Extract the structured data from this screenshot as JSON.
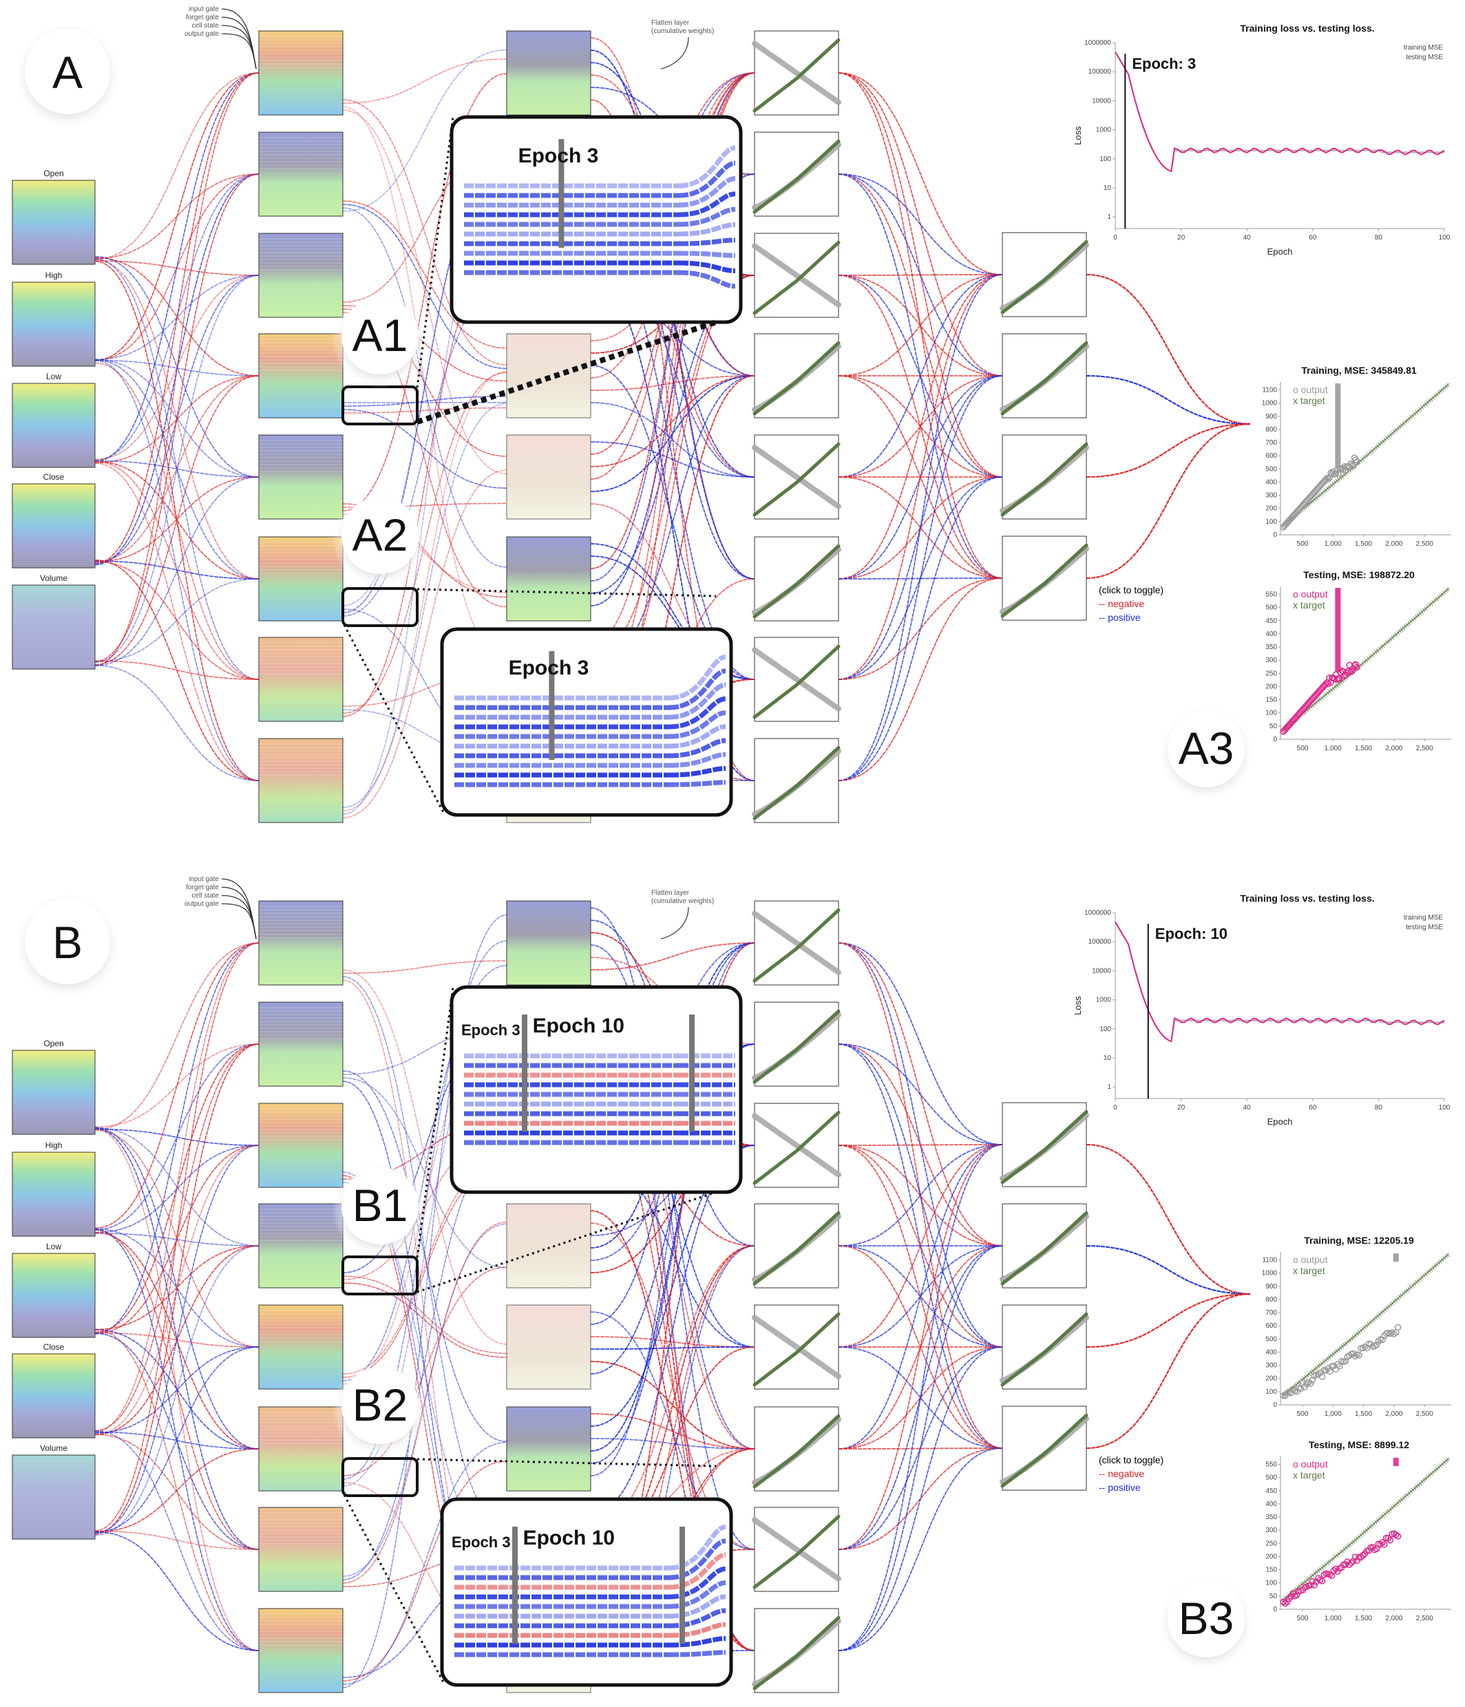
{
  "panels": [
    {
      "id": "A",
      "badge": "A",
      "inputs": [
        "Open",
        "High",
        "Low",
        "Close",
        "Volume"
      ],
      "gate_labels": [
        "input gate",
        "forget gate",
        "cell state",
        "output gate"
      ],
      "flatten_label": [
        "Flatten layer",
        "(cumulative weights)"
      ],
      "callouts": [
        "A1",
        "A2",
        "A3"
      ],
      "zoom1": {
        "labels": [
          "Epoch 3"
        ]
      },
      "zoom2": {
        "labels": [
          "Epoch 3"
        ]
      },
      "toggle": {
        "hint": "(click to toggle)",
        "negative": "-- negative",
        "positive": "-- positive"
      },
      "loss": {
        "title": "Training loss vs. testing loss.",
        "epoch_label": "Epoch: 3",
        "epoch": 3,
        "xlabel": "Epoch",
        "ylabel": "Loss",
        "xticks": [
          "0",
          "20",
          "40",
          "60",
          "80",
          "100"
        ],
        "yticks": [
          "1000000",
          "100000",
          "10000",
          "1000",
          "100",
          "10",
          "1"
        ],
        "legend": [
          "training MSE",
          "testing MSE"
        ]
      },
      "train": {
        "title": "Training, MSE: 345849.81",
        "legend": [
          "o  output",
          "x  target"
        ],
        "yticks": [
          "0",
          "100",
          "200",
          "300",
          "400",
          "500",
          "600",
          "700",
          "800",
          "900",
          "1000",
          "1100"
        ],
        "xticks": [
          "500",
          "1,000",
          "1,500",
          "2,000",
          "2,500"
        ]
      },
      "test": {
        "title": "Testing, MSE: 198872.20",
        "legend": [
          "o  output",
          "x  target"
        ],
        "yticks": [
          "0",
          "50",
          "100",
          "150",
          "200",
          "250",
          "300",
          "350",
          "400",
          "450",
          "500",
          "550"
        ],
        "xticks": [
          "500",
          "1,000",
          "1,500",
          "2,000",
          "2,500"
        ]
      }
    },
    {
      "id": "B",
      "badge": "B",
      "inputs": [
        "Open",
        "High",
        "Low",
        "Close",
        "Volume"
      ],
      "gate_labels": [
        "input gate",
        "forget gate",
        "cell state",
        "output gate"
      ],
      "flatten_label": [
        "Flatten layer",
        "(cumulative weights)"
      ],
      "callouts": [
        "B1",
        "B2",
        "B3"
      ],
      "zoom1": {
        "labels": [
          "Epoch 3",
          "Epoch 10"
        ]
      },
      "zoom2": {
        "labels": [
          "Epoch 3",
          "Epoch 10"
        ]
      },
      "toggle": {
        "hint": "(click to toggle)",
        "negative": "-- negative",
        "positive": "-- positive"
      },
      "loss": {
        "title": "Training loss vs. testing loss.",
        "epoch_label": "Epoch: 10",
        "epoch": 10,
        "xlabel": "Epoch",
        "ylabel": "Loss",
        "xticks": [
          "0",
          "20",
          "40",
          "60",
          "80",
          "100"
        ],
        "yticks": [
          "1000000",
          "100000",
          "10000",
          "1000",
          "100",
          "10",
          "1"
        ],
        "legend": [
          "training MSE",
          "testing MSE"
        ]
      },
      "train": {
        "title": "Training, MSE: 12205.19",
        "legend": [
          "o  output",
          "x  target"
        ],
        "yticks": [
          "0",
          "100",
          "200",
          "300",
          "400",
          "500",
          "600",
          "700",
          "800",
          "900",
          "1000",
          "1100"
        ],
        "xticks": [
          "500",
          "1,000",
          "1,500",
          "2,000",
          "2,500"
        ]
      },
      "test": {
        "title": "Testing, MSE: 8899.12",
        "legend": [
          "o  output",
          "x  target"
        ],
        "yticks": [
          "0",
          "50",
          "100",
          "150",
          "200",
          "250",
          "300",
          "350",
          "400",
          "450",
          "500",
          "550"
        ],
        "xticks": [
          "500",
          "1,000",
          "1,500",
          "2,000",
          "2,500"
        ]
      }
    }
  ],
  "colors": {
    "negative": "#e02020",
    "positive": "#1a2ee0",
    "target": "#5a7a45",
    "output_train": "#9a9a9a",
    "output_test": "#e0288c",
    "loss_train": "#aaaaaa",
    "loss_test": "#e0288c"
  }
}
